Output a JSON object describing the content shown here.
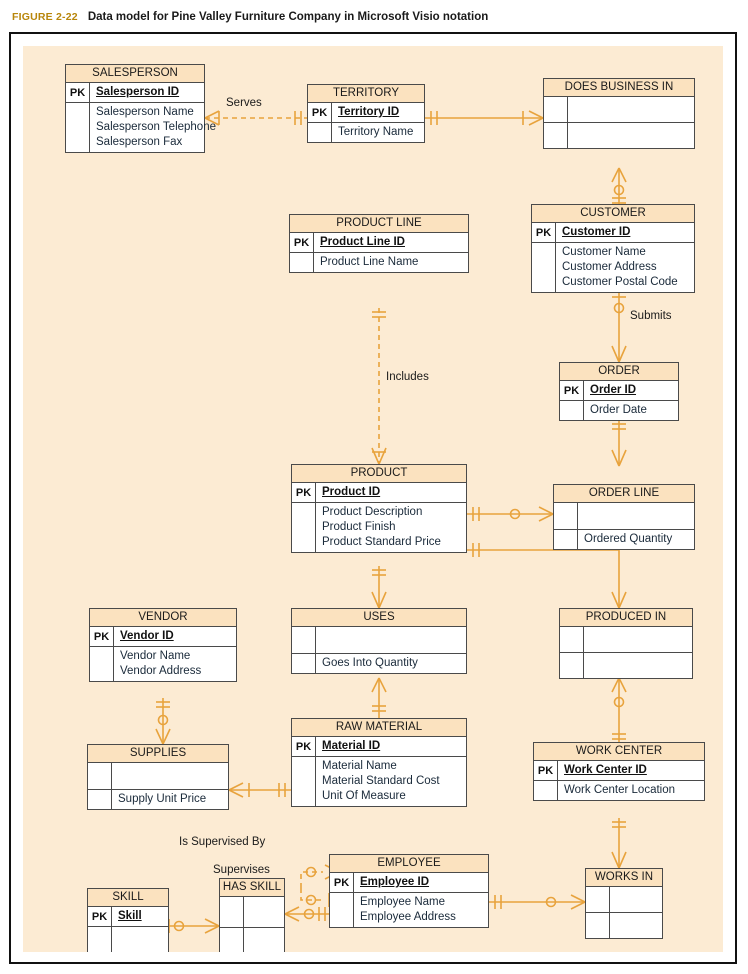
{
  "figure": {
    "number": "FIGURE 2-22",
    "title": "Data model for Pine Valley Furniture Company in Microsoft Visio notation"
  },
  "colors": {
    "page_background": "#ffffff",
    "canvas_background": "#fcebd3",
    "entity_header_fill": "#fbe2bf",
    "entity_body_fill": "#ffffff",
    "entity_border": "#4a4a4a",
    "frame_border": "#111111",
    "connector": "#e8a33d",
    "caption_accent": "#b8860b",
    "attribute_text": "#1a2a3a"
  },
  "pk_marker": "PK",
  "entities": [
    {
      "id": "salesperson",
      "name": "SALESPERSON",
      "type": "entity",
      "key_attributes": [
        "Salesperson ID"
      ],
      "attributes": [
        "Salesperson Name",
        "Salesperson Telephone",
        "Salesperson Fax"
      ]
    },
    {
      "id": "territory",
      "name": "TERRITORY",
      "type": "entity",
      "key_attributes": [
        "Territory ID"
      ],
      "attributes": [
        "Territory Name"
      ]
    },
    {
      "id": "does-business-in",
      "name": "DOES BUSINESS IN",
      "type": "associative",
      "key_attributes": [
        ""
      ],
      "attributes": [
        ""
      ]
    },
    {
      "id": "customer",
      "name": "CUSTOMER",
      "type": "entity",
      "key_attributes": [
        "Customer ID"
      ],
      "attributes": [
        "Customer Name",
        "Customer Address",
        "Customer Postal Code"
      ]
    },
    {
      "id": "product-line",
      "name": "PRODUCT LINE",
      "type": "entity",
      "key_attributes": [
        "Product Line ID"
      ],
      "attributes": [
        "Product Line Name"
      ]
    },
    {
      "id": "order",
      "name": "ORDER",
      "type": "entity",
      "key_attributes": [
        "Order ID"
      ],
      "attributes": [
        "Order Date"
      ]
    },
    {
      "id": "product",
      "name": "PRODUCT",
      "type": "entity",
      "key_attributes": [
        "Product ID"
      ],
      "attributes": [
        "Product Description",
        "Product Finish",
        "Product Standard Price"
      ]
    },
    {
      "id": "order-line",
      "name": "ORDER LINE",
      "type": "associative",
      "key_attributes": [
        ""
      ],
      "attributes": [
        "Ordered Quantity"
      ]
    },
    {
      "id": "vendor",
      "name": "VENDOR",
      "type": "entity",
      "key_attributes": [
        "Vendor ID"
      ],
      "attributes": [
        "Vendor Name",
        "Vendor Address"
      ]
    },
    {
      "id": "uses",
      "name": "USES",
      "type": "associative",
      "key_attributes": [
        ""
      ],
      "attributes": [
        "Goes Into Quantity"
      ]
    },
    {
      "id": "produced-in",
      "name": "PRODUCED IN",
      "type": "associative",
      "key_attributes": [
        ""
      ],
      "attributes": [
        ""
      ]
    },
    {
      "id": "supplies",
      "name": "SUPPLIES",
      "type": "associative",
      "key_attributes": [
        ""
      ],
      "attributes": [
        "Supply Unit Price"
      ]
    },
    {
      "id": "raw-material",
      "name": "RAW MATERIAL",
      "type": "entity",
      "key_attributes": [
        "Material ID"
      ],
      "attributes": [
        "Material Name",
        "Material Standard Cost",
        "Unit Of Measure"
      ]
    },
    {
      "id": "work-center",
      "name": "WORK CENTER",
      "type": "entity",
      "key_attributes": [
        "Work Center ID"
      ],
      "attributes": [
        "Work Center Location"
      ]
    },
    {
      "id": "employee",
      "name": "EMPLOYEE",
      "type": "entity",
      "key_attributes": [
        "Employee ID"
      ],
      "attributes": [
        "Employee Name",
        "Employee Address"
      ]
    },
    {
      "id": "works-in",
      "name": "WORKS IN",
      "type": "associative",
      "key_attributes": [
        ""
      ],
      "attributes": [
        ""
      ]
    },
    {
      "id": "skill",
      "name": "SKILL",
      "type": "entity",
      "key_attributes": [
        "Skill"
      ],
      "attributes": [
        ""
      ]
    },
    {
      "id": "has-skill",
      "name": "HAS SKILL",
      "type": "associative",
      "key_attributes": [
        ""
      ],
      "attributes": [
        ""
      ]
    }
  ],
  "relationship_labels": [
    {
      "id": "serves",
      "text": "Serves"
    },
    {
      "id": "includes",
      "text": "Includes"
    },
    {
      "id": "submits",
      "text": "Submits"
    },
    {
      "id": "is-supervised-by",
      "text": "Is Supervised By"
    },
    {
      "id": "supervises",
      "text": "Supervises"
    }
  ]
}
